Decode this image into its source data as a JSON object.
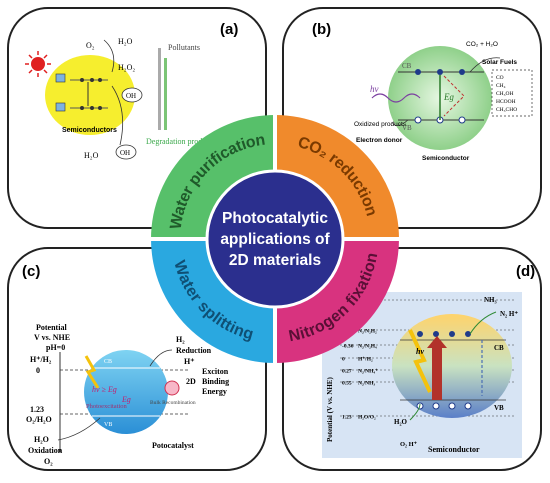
{
  "center": {
    "line1": "Photocatalytic",
    "line2": "applications of",
    "line3": "2D materials"
  },
  "ring": {
    "top_left": "Water purification",
    "top_right": "CO₂ reduction",
    "bottom_left": "Water splitting",
    "bottom_right": "Nitrogen fixation"
  },
  "colors": {
    "center": "#2b2f8e",
    "water_purification": "#57c06a",
    "co2_reduction": "#f08a2c",
    "water_splitting": "#2aa8e0",
    "nitrogen_fixation": "#d8337f"
  },
  "panel_a": {
    "label": "(a)",
    "pollutants": "Pollutants",
    "degradation": "Degradation products",
    "semiconductors": "Semiconductors",
    "o2": "O₂",
    "h2o": "H₂O",
    "h2o2": "H₂O₂",
    "oh": "OH"
  },
  "panel_b": {
    "label": "(b)",
    "co2_h2o": "CO₂ + H₂O",
    "solar_fuels": "Solar Fuels",
    "fuels": [
      "CO",
      "CH₄",
      "CH₃OH",
      "HCOOH",
      "CH₃CHO"
    ],
    "oxidized": "Oxidized products",
    "donor": "Electron donor",
    "semiconductor": "Semiconductor",
    "cb": "CB",
    "vb": "VB",
    "hv": "hv",
    "eg": "Eɡ"
  },
  "panel_c": {
    "label": "(c)",
    "axis1": "Potential",
    "axis2": "V vs. NHE",
    "ph": "pH=0",
    "h_h2": "H⁺/H₂",
    "zero": "0",
    "v123": "1.23",
    "o2_h2o": "O₂/H₂O",
    "h2": "H₂",
    "reduction": "Reduction",
    "hplus": "H⁺",
    "hv": "hv ≥ Eɡ",
    "eg": "Eɡ",
    "photoexcitation": "Photoexcitation",
    "twod": "2D",
    "recombination": "Bulk Recombination",
    "exciton1": "Exciton",
    "exciton2": "Binding",
    "exciton3": "Energy",
    "h2o": "H₂O",
    "oxidation": "Oxidation",
    "o2": "O₂",
    "photocatalyst": "Potocatalyst",
    "cb": "CB",
    "vb": "VB"
  },
  "panel_d": {
    "label": "(d)",
    "axis": "Potential (V vs. NHE)",
    "levels": [
      {
        "v": "-3.20",
        "t": "N₂/N₂H"
      },
      {
        "v": "-1.10",
        "t": "N₂/N₂H₂"
      },
      {
        "v": "-0.36",
        "t": "N₂/N₂H₄"
      },
      {
        "v": "0",
        "t": "H⁺/H₂"
      },
      {
        "v": "0.27",
        "t": "N₂/NH₄⁺"
      },
      {
        "v": "0.55",
        "t": "N₂/NH₃"
      },
      {
        "v": "1.23",
        "t": "H₂O/O₂"
      }
    ],
    "nh3": "NH₃",
    "n2h": "N₂ H⁺",
    "cb": "CB",
    "vb": "VB",
    "hv": "hv",
    "h2o": "H₂O",
    "o2h": "O₂ H⁺",
    "semiconductor": "Semiconductor"
  }
}
